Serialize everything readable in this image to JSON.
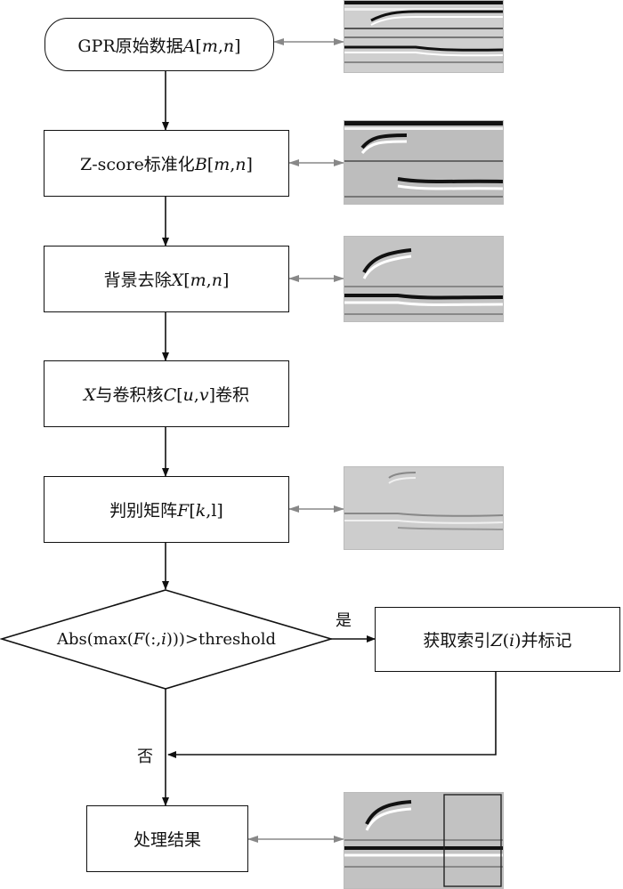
{
  "nodes": {
    "start": {
      "pre": "GPR原始数据",
      "var": "A",
      "post": "[",
      "idx1": "m",
      "sep": ",",
      "idx2": "n",
      "end": "]"
    },
    "zscore": {
      "pre": "Z-score标准化",
      "var": "B",
      "post": "[",
      "idx1": "m",
      "sep": ",",
      "idx2": "n",
      "end": "]"
    },
    "background": {
      "pre": "背景去除",
      "var": "X",
      "post": "[",
      "idx1": "m",
      "sep": ",",
      "idx2": "n",
      "end": "]"
    },
    "convolution": {
      "var1": "X",
      "mid": "与卷积核",
      "var2": "C",
      "open": "[",
      "idx1": "u",
      "sep": ",",
      "idx2": "v",
      "close": "]卷积"
    },
    "matrix": {
      "pre": "判别矩阵",
      "var": "F",
      "post": "[",
      "idx1": "k",
      "sep": ",l]"
    },
    "decision": {
      "pre": "Abs(max(",
      "var": "F",
      "mid": "(:,",
      "idx": "i",
      "post": ")))>threshold"
    },
    "index": {
      "pre": "获取索引",
      "var": "Z",
      "open": "(",
      "idx": "i",
      "post": ")并标记"
    },
    "result": {
      "label": "处理结果"
    }
  },
  "edges": {
    "yes_label": "是",
    "no_label": "否"
  },
  "colors": {
    "line": "#111111",
    "double_arrow": "#888888"
  }
}
